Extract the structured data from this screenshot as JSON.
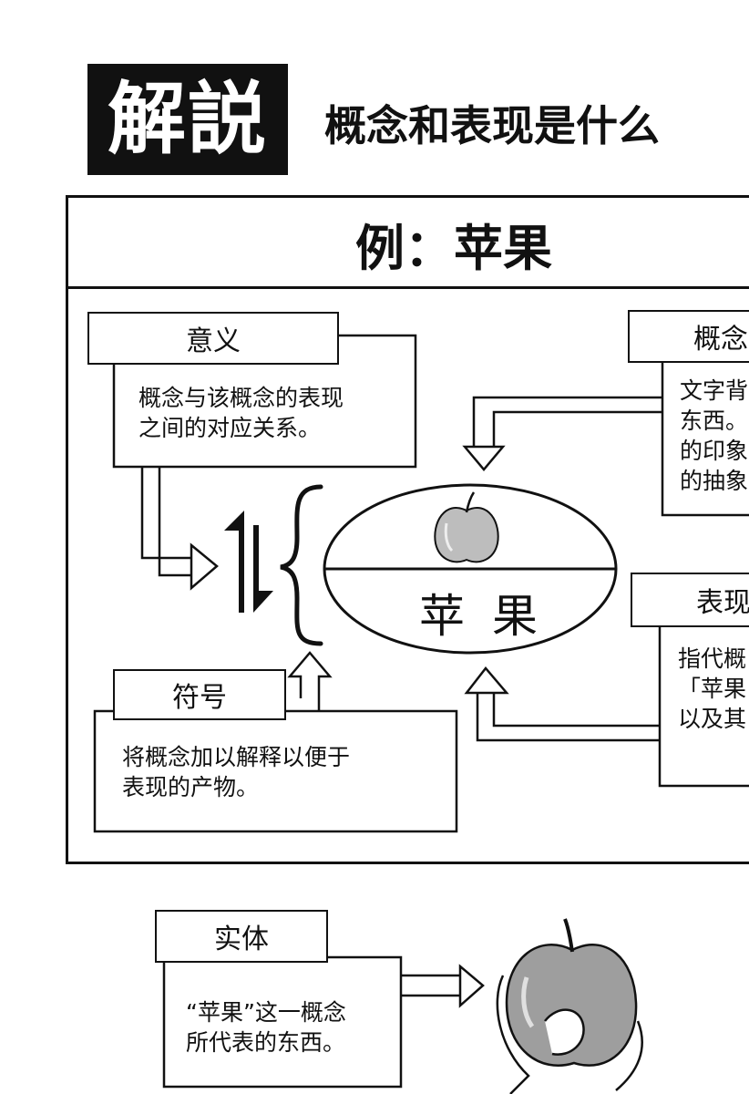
{
  "header": {
    "badge": "解説",
    "title": "概念和表现是什么"
  },
  "example": {
    "title": "例：苹果"
  },
  "boxes": {
    "meaning": {
      "label": "意义",
      "lines": [
        "概念与该概念的表现",
        "之间的对应关系。"
      ]
    },
    "concept": {
      "label": "概念",
      "lines": [
        "文字背",
        "东西。",
        "的印象",
        "的抽象"
      ]
    },
    "expression": {
      "label": "表现",
      "lines": [
        "指代概",
        "「苹果",
        "以及其"
      ]
    },
    "symbol": {
      "label": "符号",
      "lines": [
        "将概念加以解释以便于",
        "表现的产物。"
      ]
    },
    "entity": {
      "label": "实体",
      "lines": [
        "“苹果”这一概念",
        "所代表的东西。"
      ]
    }
  },
  "oval": {
    "word": "苹果"
  },
  "icons": [
    "apple-icon",
    "apple-in-hand-icon",
    "double-arrow-icon",
    "brace-icon"
  ]
}
